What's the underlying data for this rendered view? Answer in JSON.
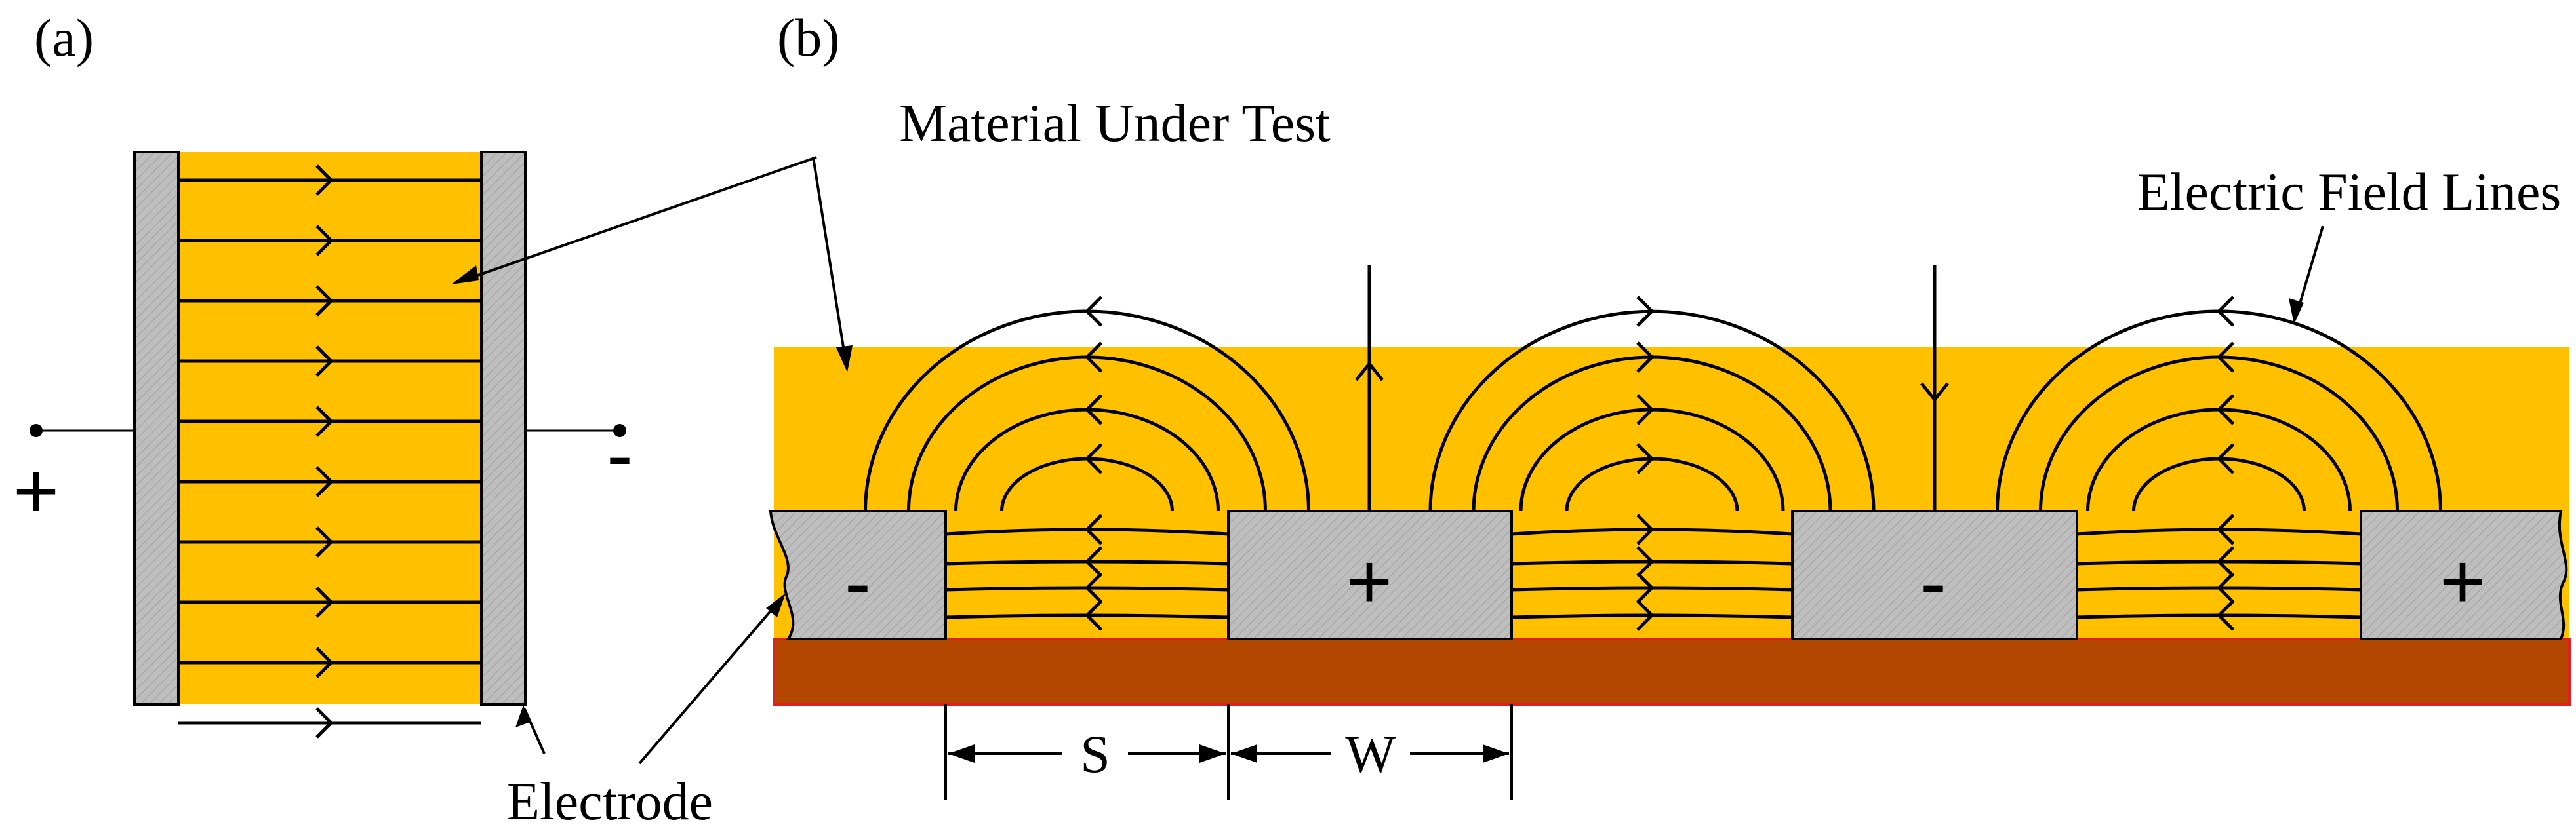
{
  "panels": {
    "a": {
      "label": "(a)"
    },
    "b": {
      "label": "(b)"
    }
  },
  "labels": {
    "material_under_test": "Material Under Test",
    "electric_field_lines": "Electric Field Lines",
    "electrode": "Electrode",
    "spacing": "S",
    "width": "W"
  },
  "terminals": {
    "a_left": "+",
    "a_right": "-"
  },
  "electrode_signs": [
    "-",
    "+",
    "-",
    "+"
  ],
  "colors": {
    "material": "#FFC000",
    "electrode": "#BEBEBE",
    "substrate": "#B34700",
    "substrate_border": "#E02020",
    "line": "#000000"
  }
}
